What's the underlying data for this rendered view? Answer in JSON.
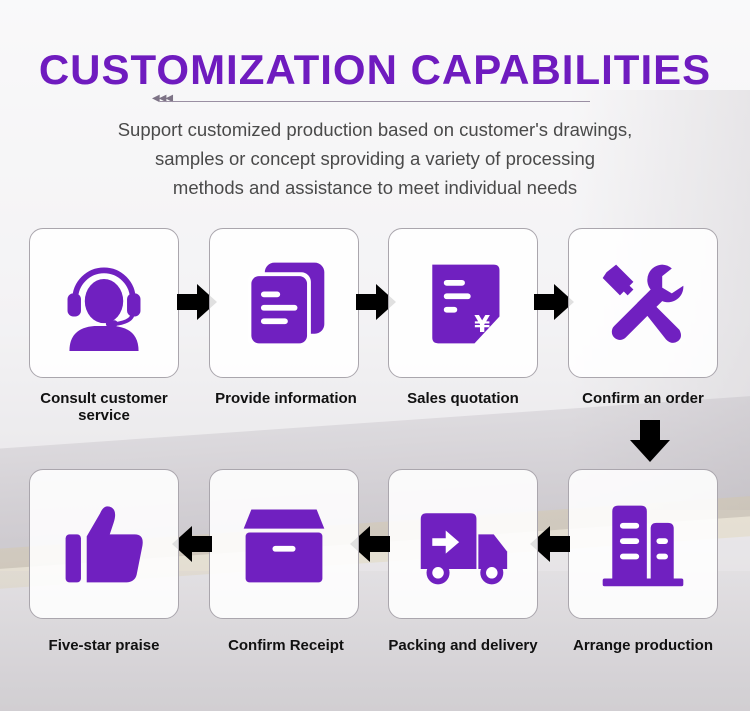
{
  "header": {
    "title": "CUSTOMIZATION CAPABILITIES",
    "subtitle_lines": [
      "Support customized production based on customer's drawings,",
      "samples or concept sproviding a variety of processing",
      "methods and assistance to meet individual needs"
    ]
  },
  "steps": [
    {
      "label_lines": [
        "Consult customer",
        "service"
      ],
      "icon": "headset-support-icon"
    },
    {
      "label_lines": [
        "Provide information"
      ],
      "icon": "documents-icon"
    },
    {
      "label_lines": [
        "Sales quotation"
      ],
      "icon": "quotation-yen-icon"
    },
    {
      "label_lines": [
        "Confirm an order"
      ],
      "icon": "tools-icon"
    },
    {
      "label_lines": [
        "Arrange production"
      ],
      "icon": "factory-buildings-icon"
    },
    {
      "label_lines": [
        "Packing and delivery"
      ],
      "icon": "delivery-truck-icon"
    },
    {
      "label_lines": [
        "Confirm Receipt"
      ],
      "icon": "package-box-icon"
    },
    {
      "label_lines": [
        "Five-star praise"
      ],
      "icon": "thumbs-up-icon"
    }
  ],
  "colors": {
    "accent": "#7020c0",
    "title": "#6f1bbf",
    "arrow": "#000000"
  }
}
